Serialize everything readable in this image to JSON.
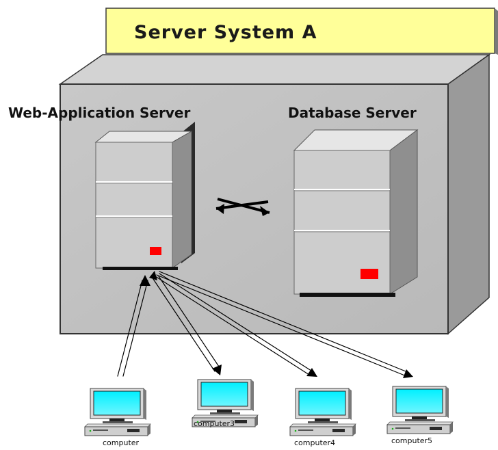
{
  "diagram": {
    "title": "Server System A",
    "web_server_label": "Web-Application Server",
    "db_server_label": "Database Server",
    "computers": [
      {
        "label": "computer"
      },
      {
        "label": "computer3"
      },
      {
        "label": "computer4"
      },
      {
        "label": "computer5"
      }
    ]
  },
  "colors": {
    "title_tab": "#ffff99",
    "enclosure_front": "#c0c0c0",
    "enclosure_top": "#d3d3d3",
    "enclosure_side": "#9a9a9a",
    "server_body": "#cdcdcd",
    "server_side": "#8f8f8f",
    "indicator": "#ff0000",
    "monitor_screen": "#00e5ff"
  }
}
